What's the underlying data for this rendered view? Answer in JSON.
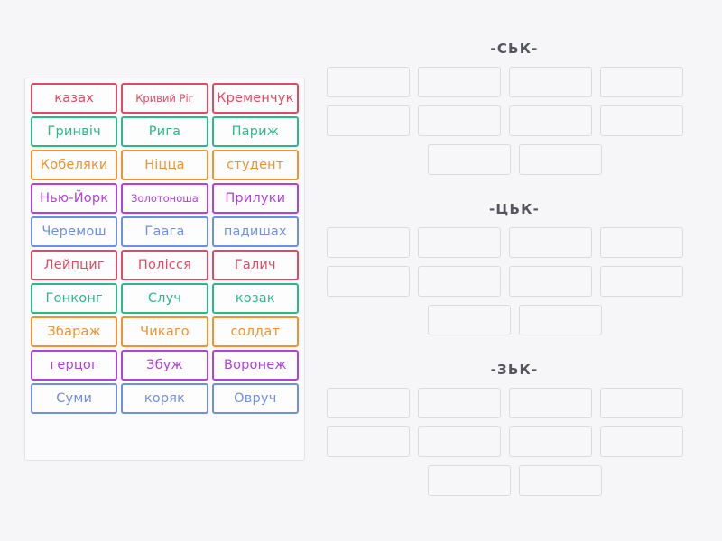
{
  "background_color": "#f6f5f7",
  "palette": {
    "red": "#e24a64",
    "green": "#2bb98a",
    "orange": "#f0922f",
    "purple": "#b342d8",
    "blue": "#6f8fe4",
    "slot_border": "#dcdade",
    "title_color": "#555560"
  },
  "word_bank": {
    "rows": [
      {
        "color": "red",
        "words": [
          "казах",
          "Кривий Ріг",
          "Кременчук"
        ]
      },
      {
        "color": "green",
        "words": [
          "Гринвіч",
          "Рига",
          "Париж"
        ]
      },
      {
        "color": "orange",
        "words": [
          "Кобеляки",
          "Ніцца",
          "студент"
        ]
      },
      {
        "color": "purple",
        "words": [
          "Нью-Йорк",
          "Золотоноша",
          "Прилуки"
        ]
      },
      {
        "color": "blue",
        "words": [
          "Черемош",
          "Гаага",
          "падишах"
        ]
      },
      {
        "color": "red",
        "words": [
          "Лейпциг",
          "Полісся",
          "Галич"
        ]
      },
      {
        "color": "green",
        "words": [
          "Гонконг",
          "Случ",
          "козак"
        ]
      },
      {
        "color": "orange",
        "words": [
          "Збараж",
          "Чикаго",
          "солдат"
        ]
      },
      {
        "color": "purple",
        "words": [
          "герцог",
          "Збуж",
          "Воронеж"
        ]
      },
      {
        "color": "blue",
        "words": [
          "Суми",
          "коряк",
          "Овруч"
        ]
      }
    ]
  },
  "groups": [
    {
      "title": "-СЬК-",
      "slot_rows": [
        4,
        4,
        2
      ]
    },
    {
      "title": "-ЦЬК-",
      "slot_rows": [
        4,
        4,
        2
      ]
    },
    {
      "title": "-ЗЬК-",
      "slot_rows": [
        4,
        4,
        2
      ]
    }
  ]
}
